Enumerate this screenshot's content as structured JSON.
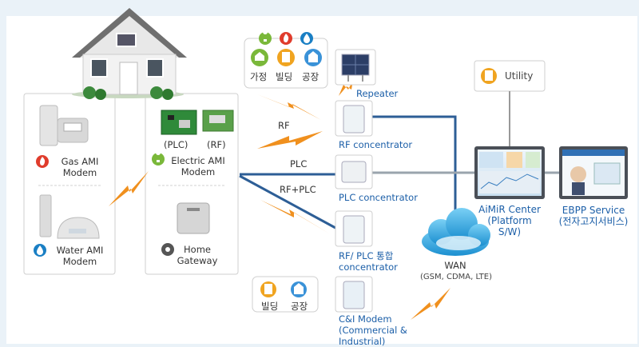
{
  "consumers": {
    "home": "가정",
    "building": "빌딩",
    "factory": "공장"
  },
  "meters": {
    "gas": [
      "Gas AMI",
      "Modem"
    ],
    "water": [
      "Water AMI",
      "Modem"
    ],
    "electric": [
      "Electric AMI",
      "Modem"
    ],
    "plc_tag": "(PLC)",
    "rf_tag": "(RF)",
    "gateway": [
      "Home",
      "Gateway"
    ]
  },
  "links": {
    "rf": "RF",
    "plc": "PLC",
    "rfplc": "RF+PLC"
  },
  "devices": {
    "repeater": "Repeater",
    "rf_concentrator": "RF concentrator",
    "plc_concentrator": "PLC concentrator",
    "rfplc_concentrator": [
      "RF/ PLC 통합",
      "concentrator"
    ],
    "ci_modem": [
      "C&I Modem",
      "(Commercial &",
      "Industrial)"
    ]
  },
  "ci_consumers": {
    "building": "빌딩",
    "factory": "공장"
  },
  "wan": {
    "label": "WAN",
    "sub": "(GSM, CDMA, LTE)"
  },
  "utility": "Utility",
  "aimir": [
    "AiMiR Center",
    "(Platform",
    "S/W)"
  ],
  "ebpp": [
    "EBPP Service",
    "(전자고지서비스)"
  ],
  "colors": {
    "link_blue": "#2d5e96",
    "rf_orange": "#f0901e",
    "accent_blue": "#1c5fa8"
  }
}
